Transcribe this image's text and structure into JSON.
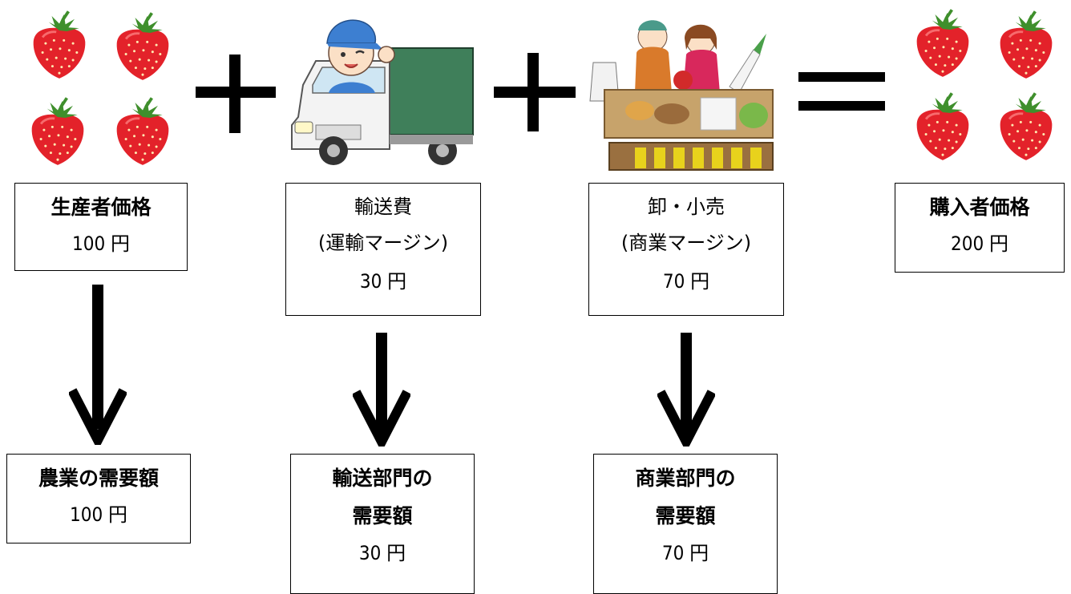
{
  "producer": {
    "label": "生産者価格",
    "value": "100 円"
  },
  "transport": {
    "label": "輸送費",
    "sublabel": "(運輸マージン)",
    "value": "30 円"
  },
  "retail": {
    "label": "卸・小売",
    "sublabel": "(商業マージン)",
    "value": "70 円"
  },
  "purchaser": {
    "label": "購入者価格",
    "value": "200 円"
  },
  "demand_agri": {
    "label": "農業の需要額",
    "value": "100 円"
  },
  "demand_transport": {
    "label1": "輸送部門の",
    "label2": "需要額",
    "value": "30 円"
  },
  "demand_commerce": {
    "label1": "商業部門の",
    "label2": "需要額",
    "value": "70 円"
  },
  "colors": {
    "strawberry": "#e3222a",
    "leaf": "#3f8f2c",
    "truck_cargo": "#3f7f5a",
    "cap": "#3d7fd1",
    "crate": "#e8d21c"
  },
  "icons": [
    "strawberry-icon",
    "truck-icon",
    "market-vendor-icon"
  ]
}
